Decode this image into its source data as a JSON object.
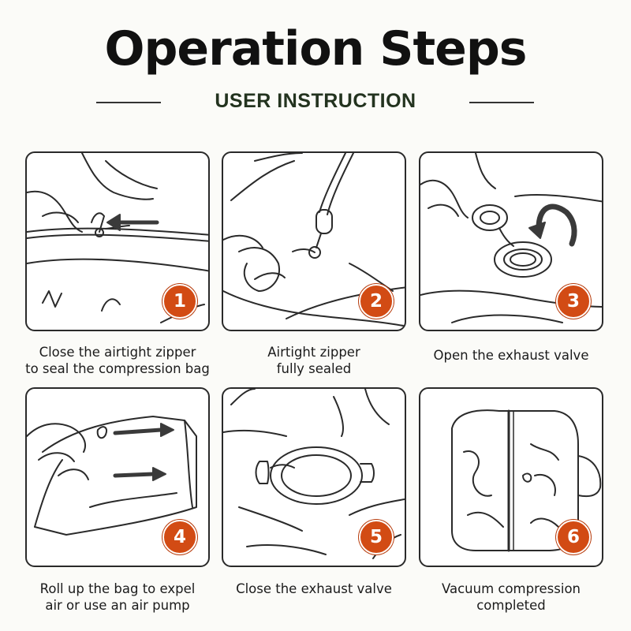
{
  "title": "Operation Steps",
  "subtitle": "USER INSTRUCTION",
  "accent_color": "#d24b14",
  "steps": [
    {
      "number": "1",
      "caption_line1": "Close the airtight zipper",
      "caption_line2": "to seal the compression bag",
      "icon": "zipper-close-icon"
    },
    {
      "number": "2",
      "caption_line1": "Airtight zipper",
      "caption_line2": "fully sealed",
      "icon": "zipper-sealed-icon"
    },
    {
      "number": "3",
      "caption_line1": "Open the exhaust valve",
      "caption_line2": "",
      "icon": "valve-open-icon"
    },
    {
      "number": "4",
      "caption_line1": "Roll up the bag to expel",
      "caption_line2": "air or use an air pump",
      "icon": "roll-bag-icon"
    },
    {
      "number": "5",
      "caption_line1": "Close the exhaust valve",
      "caption_line2": "",
      "icon": "valve-close-icon"
    },
    {
      "number": "6",
      "caption_line1": "Vacuum compression",
      "caption_line2": "completed",
      "icon": "compressed-bag-icon"
    }
  ]
}
